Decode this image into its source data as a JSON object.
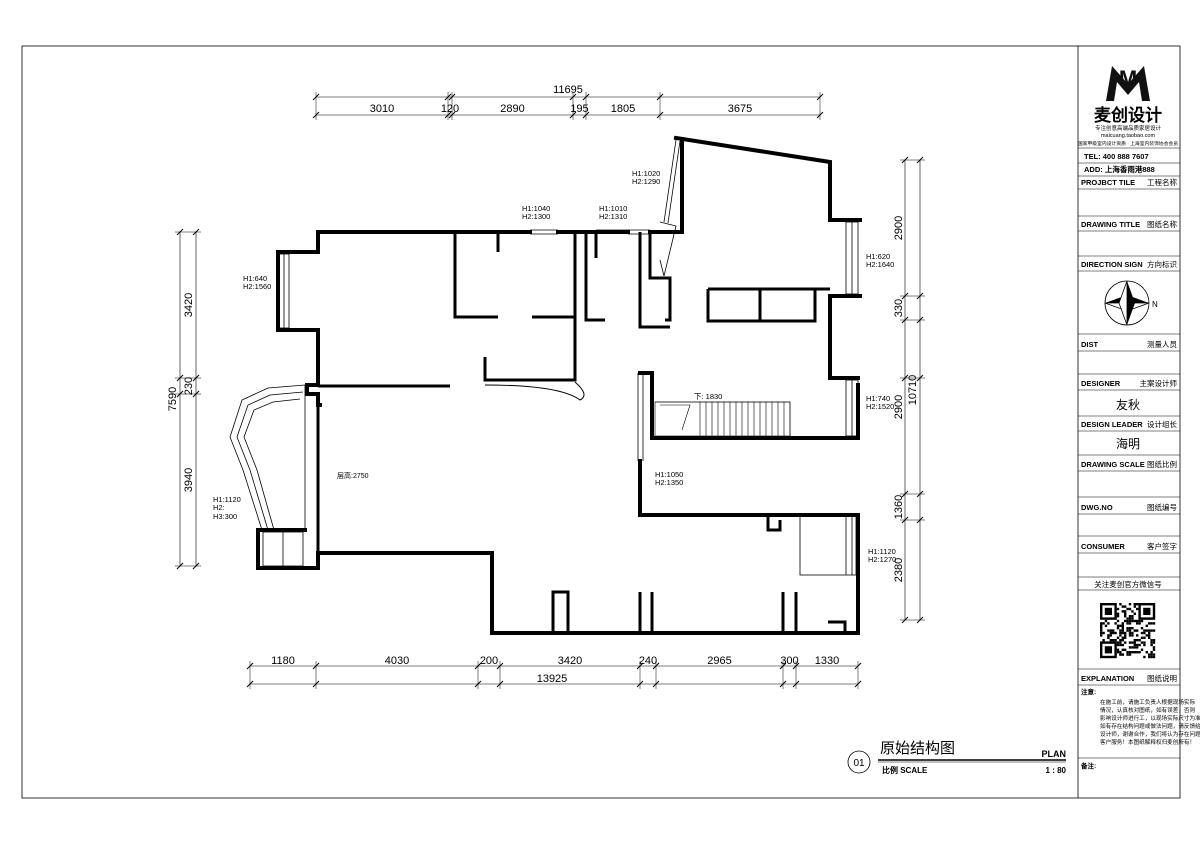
{
  "drawing": {
    "overall_top": "11695",
    "top_dims": [
      "3010",
      "120",
      "2890",
      "195",
      "1805",
      "3675"
    ],
    "overall_bottom": "13925",
    "bottom_dims": [
      "1180",
      "4030",
      "200",
      "3420",
      "240",
      "2965",
      "300",
      "1330"
    ],
    "overall_left": "7590",
    "left_dims": [
      "3420",
      "230",
      "3940"
    ],
    "overall_right": "10710",
    "right_dims": [
      "2900",
      "330",
      "2900",
      "1360",
      "2380"
    ],
    "windows": {
      "w1": [
        "H1:640",
        "H2:1560"
      ],
      "w2": [
        "H1:1040",
        "H2:1300"
      ],
      "w3": [
        "H1:1010",
        "H2:1310"
      ],
      "w4": [
        "H1:1020",
        "H2:1290"
      ],
      "w5": [
        "H1:620",
        "H2:1640"
      ],
      "w6": [
        "H1:740",
        "H2:1520"
      ],
      "w7": [
        "H1:1050",
        "H2:1350"
      ],
      "w8": [
        "H1:1120",
        "H2:1270"
      ],
      "w9": [
        "H1:1120",
        "H2:",
        "H3:300"
      ]
    },
    "stair_label": "下: 1830",
    "ceiling_label": "层高:2750"
  },
  "caption": {
    "number": "01",
    "title": "原始结构图",
    "plan": "PLAN",
    "scale_label": "比例 SCALE",
    "scale_value": "1 : 80"
  },
  "title_block": {
    "logo_letter": "M",
    "brand": "麦创设计",
    "slogan": "专注创意高端品质家居设计",
    "website": "maicuang.taobao.com",
    "credential": "国家甲级室内设计资质 · 上海室内装饰协会会员",
    "tel": "TEL:  400 888 7607",
    "add": "ADD:  上海香雨港888",
    "project_title_en": "PROJBCT TILE",
    "project_title_cn": "工程名称",
    "drawing_title_en": "DRAWING TITLE",
    "drawing_title_cn": "图纸名称",
    "direction_en": "DIRECTION SIGN",
    "direction_cn": "方向标识",
    "north": "N",
    "dist_en": "DIST",
    "dist_cn": "测量人员",
    "designer_en": "DESIGNER",
    "designer_cn": "主案设计师",
    "designer_name": "友秋",
    "leader_en": "DESIGN LEADER",
    "leader_cn": "设计组长",
    "leader_name": "海明",
    "scale_en": "DRAWING SCALE",
    "scale_cn": "图纸比例",
    "dwgno_en": "DWG.NO",
    "dwgno_cn": "图纸编号",
    "consumer_en": "CONSUMER",
    "consumer_cn": "客户签字",
    "wechat": "关注麦创官方微信号",
    "explanation_en": "EXPLANATION",
    "explanation_cn": "图纸说明",
    "notes_title": "注意:",
    "notes": [
      "在施工前，请施工负责人根据现场实际",
      "情况，认真核对图纸，如有误差，否则",
      "影响设计师进行工，以现场实际尺寸为准",
      "如有存在结构问题或做法问题，请反馈给",
      "设计师，谢谢合作，我们将认为存在问题",
      "客户服务！本图纸解释权归麦创所有！"
    ],
    "remark": "备注:"
  }
}
